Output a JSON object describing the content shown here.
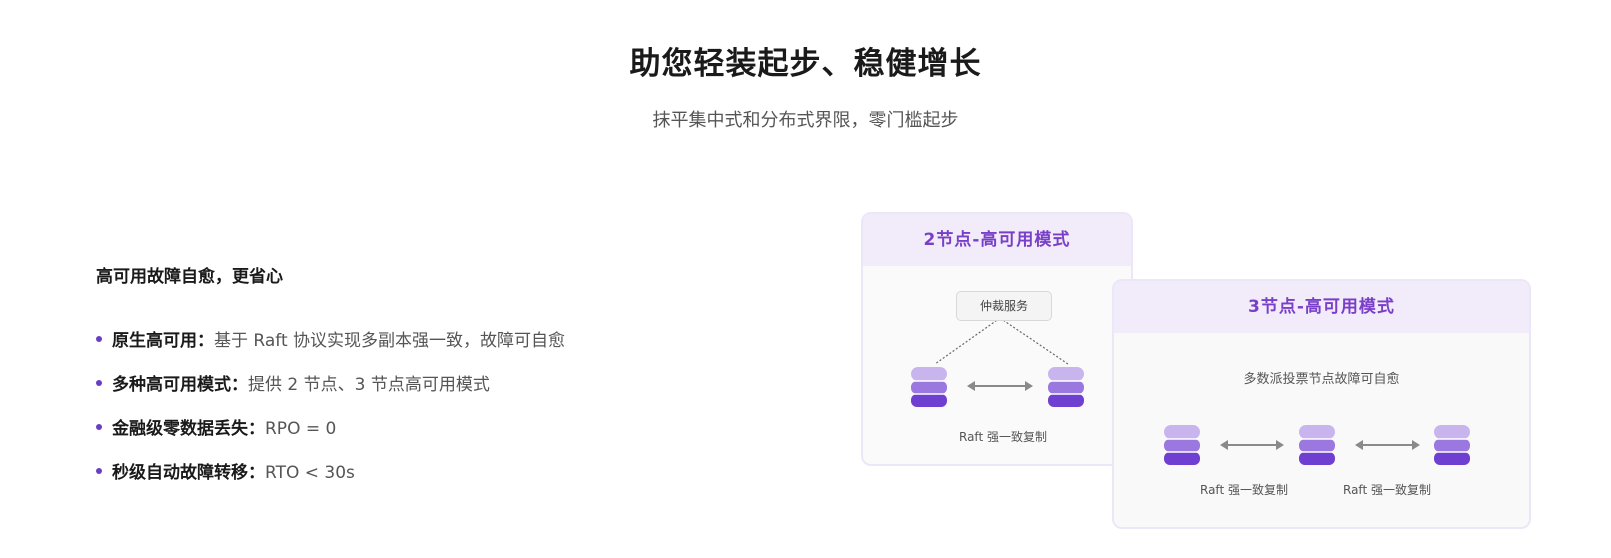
{
  "hero": {
    "title": "助您轻装起步、稳健增长",
    "subtitle": "抹平集中式和分布式界限，零门槛起步"
  },
  "features": {
    "heading": "高可用故障自愈，更省心",
    "items": [
      {
        "label": "原生高可用：",
        "desc": "基于 Raft 协议实现多副本强一致，故障可自愈"
      },
      {
        "label": "多种高可用模式：",
        "desc": "提供 2 节点、3 节点高可用模式"
      },
      {
        "label": "金融级零数据丢失：",
        "desc": "RPO = 0"
      },
      {
        "label": "秒级自动故障转移：",
        "desc": "RTO < 30s"
      }
    ]
  },
  "diagram_two_node": {
    "title": "2节点-高可用模式",
    "arbiter_label": "仲裁服务",
    "replication_label": "Raft 强一致复制"
  },
  "diagram_three_node": {
    "title": "3节点-高可用模式",
    "description": "多数派投票节点故障可自愈",
    "replication_label_left": "Raft 强一致复制",
    "replication_label_right": "Raft 强一致复制"
  },
  "colors": {
    "accent": "#7a3fc8",
    "bullet": "#6a3ec4",
    "header_bg": "#f1ebfa",
    "db_top": "#c9b5ee",
    "db_mid": "#9a78df",
    "db_bottom": "#6e3fd0"
  },
  "icons": {
    "database": "database-icon",
    "bidirectional_arrow": "double-arrow-icon"
  }
}
